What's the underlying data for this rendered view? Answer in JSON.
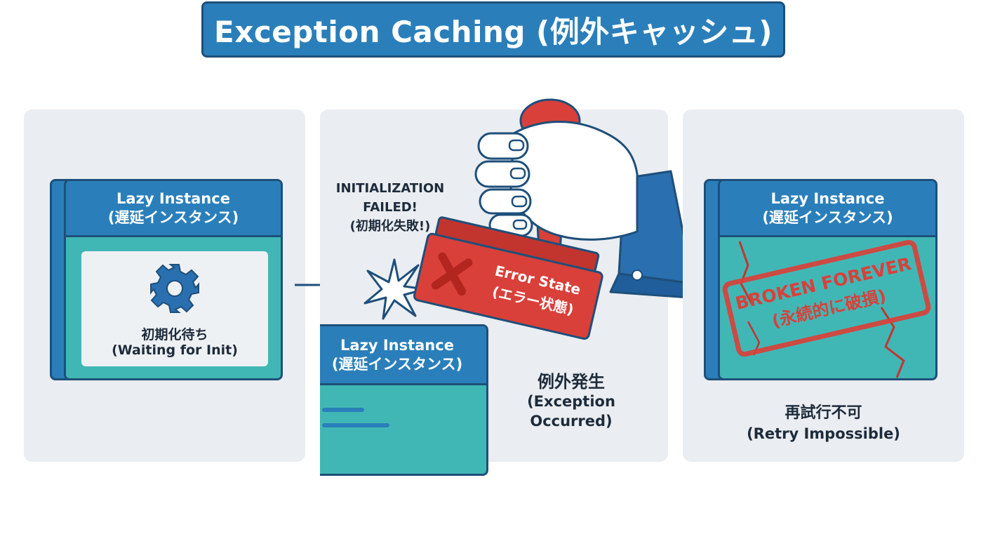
{
  "title": "Exception Caching (例外キャッシュ)",
  "card_head_line1": "Lazy Instance",
  "card_head_line2": "(遅延インスタンス)",
  "panel1": {
    "status_jp": "初期化待ち",
    "status_en": "(Waiting for Init)"
  },
  "panel2": {
    "failed_line1": "INITIALIZATION",
    "failed_line2": "FAILED!",
    "failed_line3": "(初期化失敗!)",
    "stamp_line1": "Error State",
    "stamp_line2": "(エラー状態)",
    "status_jp": "例外発生",
    "status_en_line1": "(Exception",
    "status_en_line2": "Occurred)"
  },
  "panel3": {
    "stamp_line1": "BROKEN FOREVER",
    "stamp_line2": "(永続的に破損)",
    "status_jp": "再試行不可",
    "status_en": "(Retry Impossible)"
  },
  "icons": [
    "gear-icon",
    "arrow-right-icon",
    "impact-burst-icon",
    "hand-icon",
    "stamp-icon",
    "x-mark-icon",
    "crack-icon"
  ],
  "colors": {
    "header_blue": "#2a7fba",
    "teal": "#41b7b5",
    "navy": "#1e4f7a",
    "stamp_red": "#d9403a",
    "panel_gray": "#eaedf1"
  }
}
